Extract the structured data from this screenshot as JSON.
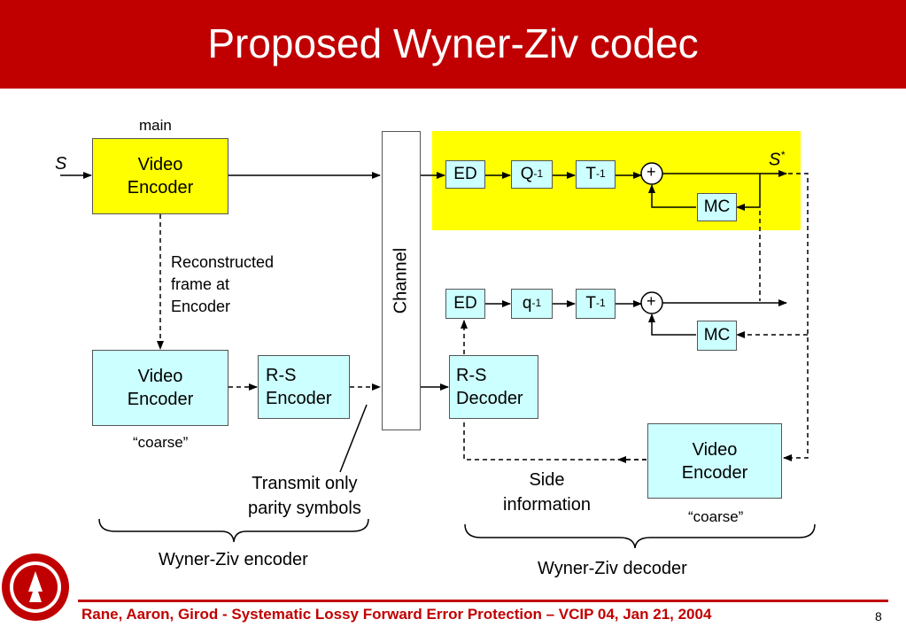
{
  "title": "Proposed Wyner-Ziv codec",
  "colors": {
    "title_bar": "#c00000",
    "highlight": "#ffff00",
    "box_cyan": "#ccffff",
    "box_yellow": "#ffff00"
  },
  "labels": {
    "main": "main",
    "source": "S",
    "output": "S",
    "output_sup": "*",
    "reconstructed": [
      "Reconstructed",
      "frame at",
      "Encoder"
    ],
    "coarse_enc": "“coarse”",
    "coarse_dec": "“coarse”",
    "transmit": [
      "Transmit only",
      "parity symbols"
    ],
    "side_info": [
      "Side",
      "information"
    ],
    "wz_encoder": "Wyner-Ziv encoder",
    "wz_decoder": "Wyner-Ziv decoder",
    "channel": "Channel"
  },
  "blocks": {
    "video_encoder_main": [
      "Video",
      "Encoder"
    ],
    "video_encoder_coarse": [
      "Video",
      "Encoder"
    ],
    "rs_encoder": [
      "R-S",
      "Encoder"
    ],
    "rs_decoder": [
      "R-S",
      "Decoder"
    ],
    "video_encoder_side": [
      "Video",
      "Encoder"
    ],
    "ed_top": "ED",
    "ed_bottom": "ED",
    "q_top": "Q",
    "q_bottom": "q",
    "t_top": "T",
    "t_bottom": "T",
    "inv_sup": "-1",
    "plus": "+",
    "mc_top": "MC",
    "mc_bottom": "MC"
  },
  "footer": "Rane, Aaron, Girod - Systematic Lossy Forward Error Protection – VCIP 04, Jan 21, 2004",
  "page_number": "8",
  "logo_icon": "stanford-seal-icon"
}
